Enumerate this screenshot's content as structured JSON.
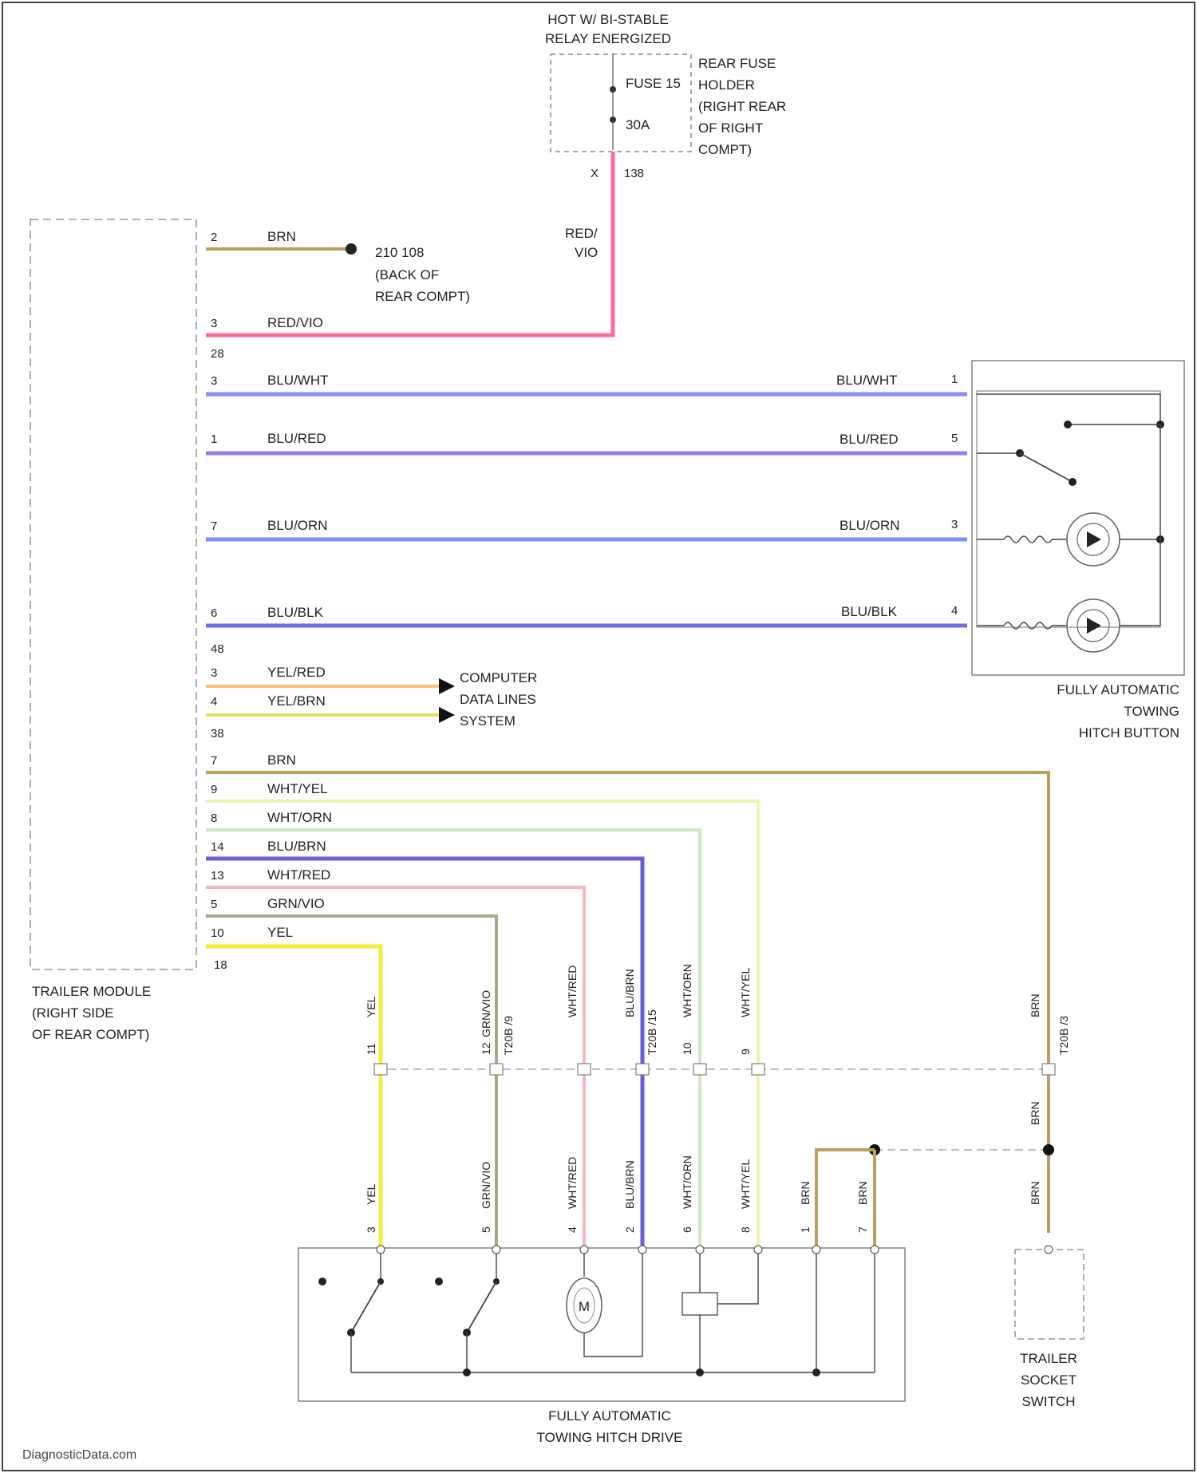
{
  "watermark": "DiagnosticData.com",
  "hot_label": [
    "HOT W/ BI-STABLE",
    "RELAY ENERGIZED"
  ],
  "fuse": {
    "name": "FUSE 15",
    "rating": "30A",
    "pin_x": "X",
    "pin_num": "138",
    "holder": [
      "REAR FUSE",
      "HOLDER",
      "(RIGHT REAR",
      "OF RIGHT",
      "COMPT)"
    ]
  },
  "ground": {
    "id": "210 108",
    "desc": [
      "(BACK OF",
      "REAR COMPT)"
    ]
  },
  "feed_wire": [
    "RED/",
    "VIO"
  ],
  "trailer_module": {
    "caption": [
      "TRAILER MODULE",
      "(RIGHT SIDE",
      "OF REAR COMPT)"
    ]
  },
  "connectors": {
    "c28": "28",
    "c48": "48",
    "c38": "38",
    "c18": "18"
  },
  "module_wires": [
    {
      "pin": "2",
      "color_name": "BRN",
      "hex": "#b8a05a"
    },
    {
      "pin": "3",
      "color_name": "RED/VIO",
      "hex": "#ff6b9a"
    },
    {
      "pin": "3",
      "color_name": "BLU/WHT",
      "hex": "#8a8cf0"
    },
    {
      "pin": "1",
      "color_name": "BLU/RED",
      "hex": "#9a7fe6"
    },
    {
      "pin": "7",
      "color_name": "BLU/ORN",
      "hex": "#7f8ff0"
    },
    {
      "pin": "6",
      "color_name": "BLU/BLK",
      "hex": "#6f6fe0"
    },
    {
      "pin": "3",
      "color_name": "YEL/RED",
      "hex": "#f8c080"
    },
    {
      "pin": "4",
      "color_name": "YEL/BRN",
      "hex": "#e6e05a"
    },
    {
      "pin": "7",
      "color_name": "BRN",
      "hex": "#b8a060"
    },
    {
      "pin": "9",
      "color_name": "WHT/YEL",
      "hex": "#eef2b0"
    },
    {
      "pin": "8",
      "color_name": "WHT/ORN",
      "hex": "#d2e4c8"
    },
    {
      "pin": "14",
      "color_name": "BLU/BRN",
      "hex": "#6a5fd8"
    },
    {
      "pin": "13",
      "color_name": "WHT/RED",
      "hex": "#f6b8c0"
    },
    {
      "pin": "5",
      "color_name": "GRN/VIO",
      "hex": "#a7a98a"
    },
    {
      "pin": "10",
      "color_name": "YEL",
      "hex": "#f2ef38"
    }
  ],
  "button": {
    "caption": [
      "FULLY AUTOMATIC",
      "TOWING",
      "HITCH BUTTON"
    ],
    "pins": [
      "1",
      "5",
      "3",
      "4"
    ],
    "wire_labels": [
      "BLU/WHT",
      "BLU/RED",
      "BLU/ORN",
      "BLU/BLK"
    ]
  },
  "computer": [
    "COMPUTER",
    "DATA LINES",
    "SYSTEM"
  ],
  "drive_wires": [
    {
      "upper": "YEL",
      "conn": "11",
      "lower": "YEL",
      "pin": "3",
      "hex": "#f2ef38"
    },
    {
      "upper": "GRN/VIO",
      "conn": "12",
      "lower": "GRN/VIO",
      "pin": "5",
      "hex": "#a7a98a"
    },
    {
      "upper": "WHT/RED",
      "conn": "",
      "lower": "WHT/RED",
      "pin": "4",
      "hex": "#f6b8c0"
    },
    {
      "upper": "BLU/BRN",
      "conn": "",
      "lower": "BLU/BRN",
      "pin": "2",
      "hex": "#6a5fd8"
    },
    {
      "upper": "WHT/ORN",
      "conn": "10",
      "lower": "WHT/ORN",
      "pin": "6",
      "hex": "#d2e4c8"
    },
    {
      "upper": "WHT/YEL",
      "conn": "9",
      "lower": "WHT/YEL",
      "pin": "8",
      "hex": "#eef2b0"
    }
  ],
  "conn_ids": {
    "t15a": "T20B /9",
    "t15b": "T20B /15",
    "t15c": "T20B /3"
  },
  "brn_labels": {
    "upper": "BRN",
    "mid": "BRN",
    "lower": "BRN",
    "d1": "BRN",
    "d2": "BRN",
    "d1pin": "1",
    "d2pin": "7"
  },
  "drive": {
    "caption": [
      "FULLY AUTOMATIC",
      "TOWING HITCH DRIVE"
    ],
    "motor": "M"
  },
  "socket": {
    "caption": [
      "TRAILER",
      "SOCKET",
      "SWITCH"
    ]
  }
}
